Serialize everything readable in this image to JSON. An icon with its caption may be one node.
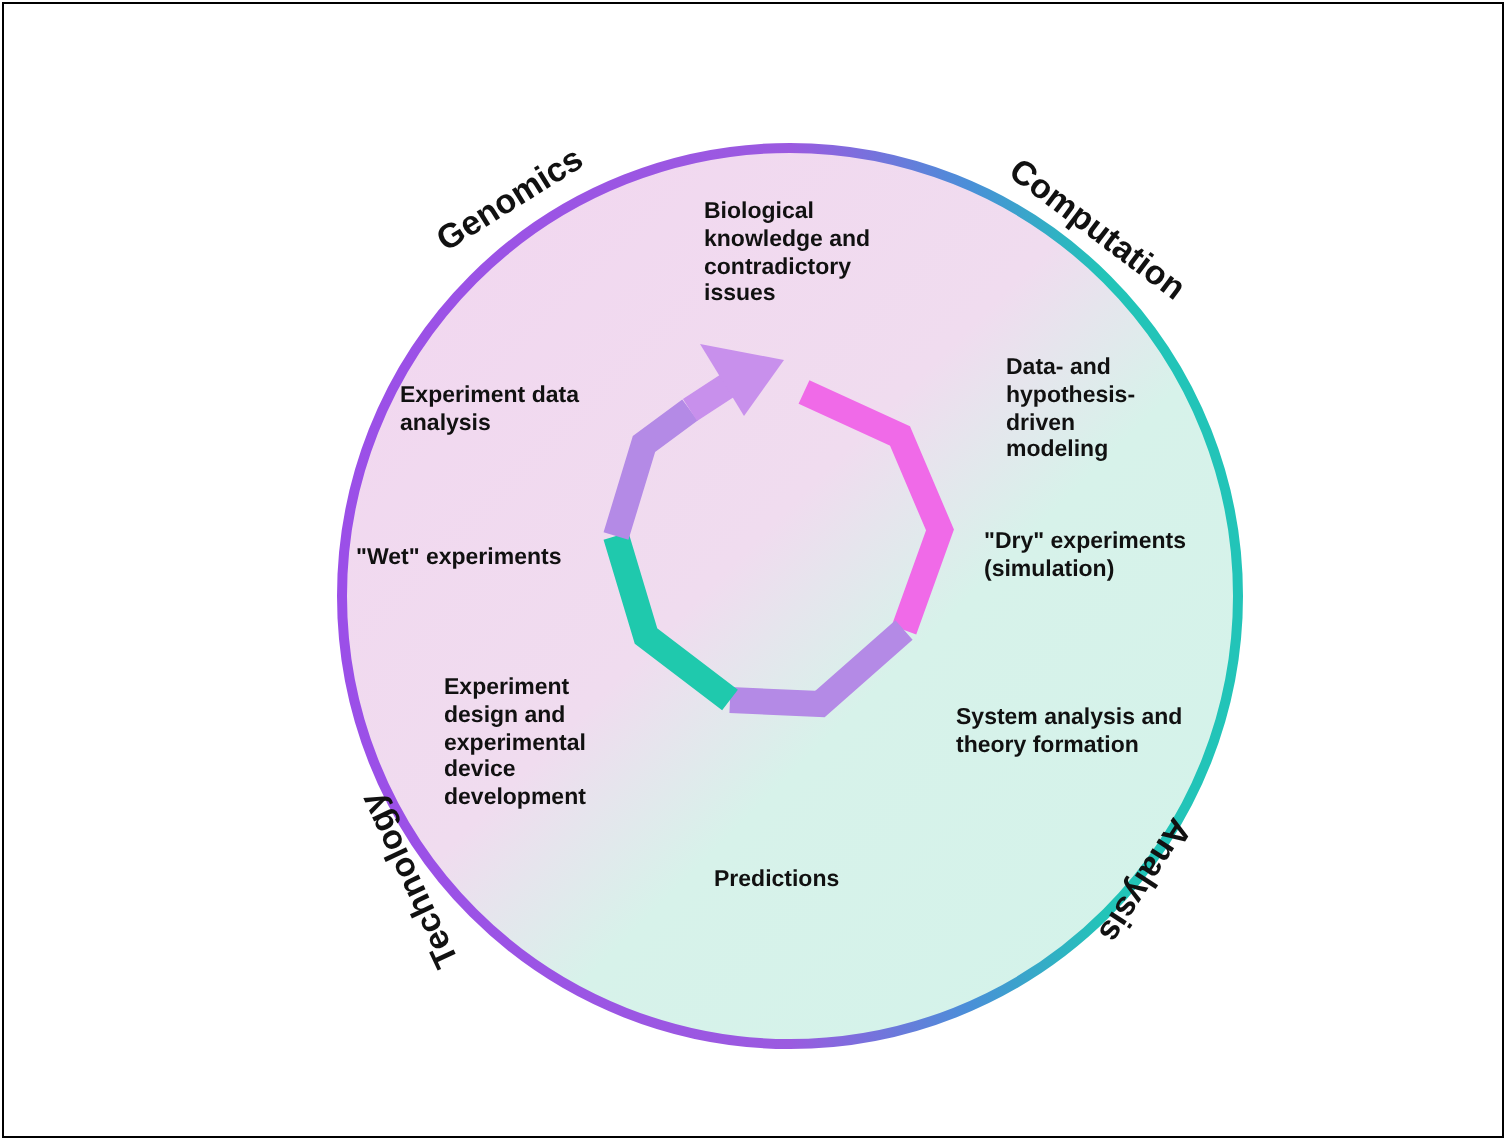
{
  "diagram": {
    "labels": [
      "Genomics",
      "Computation",
      "Biological knowledge and contradictory issues",
      "Experiment data analysis",
      "Data- and hypothesis-driven modeling",
      "\"Wet\" experiments",
      "\"Dry\" experiments (simulation)",
      "Experiment design and experimental device development",
      "System analysis and theory formation",
      "Predictions",
      "Technology",
      "Analysis"
    ]
  }
}
